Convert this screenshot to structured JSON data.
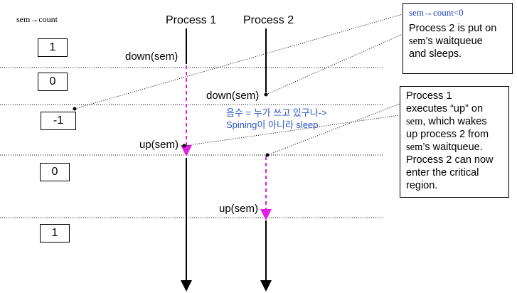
{
  "header": {
    "sem_count": "sem→count",
    "process1": "Process 1",
    "process2": "Process 2"
  },
  "counts": [
    "1",
    "0",
    "-1",
    "0",
    "1"
  ],
  "labels": {
    "p1_down": "down(sem)",
    "p2_down": "down(sem)",
    "p1_up": "up(sem)",
    "p2_up": "up(sem)"
  },
  "korean_note": {
    "line1": "음수 = 누가 쓰고 있구나->",
    "line2": "Spining이 아니라 sleep"
  },
  "note1": {
    "heading": "sem→count<0",
    "line1": "Process 2 is put on",
    "line2_serif": "sem",
    "line2_rest": "’s waitqueue",
    "line3": "and sleeps."
  },
  "note2": {
    "line1": "Process 1",
    "line2": "executes “up” on",
    "line3_serif": "sem",
    "line3_rest": ", which wakes",
    "line4": "up process 2 from",
    "line5_serif": "sem",
    "line5_rest": "’s waitqueue.",
    "line6": "Process 2 can now",
    "line7": "enter the critical",
    "line8": "region."
  },
  "colors": {
    "dash_magenta": "#e020e0",
    "korean_blue": "#2d55c9",
    "heading_blue": "#1f3fbf"
  }
}
